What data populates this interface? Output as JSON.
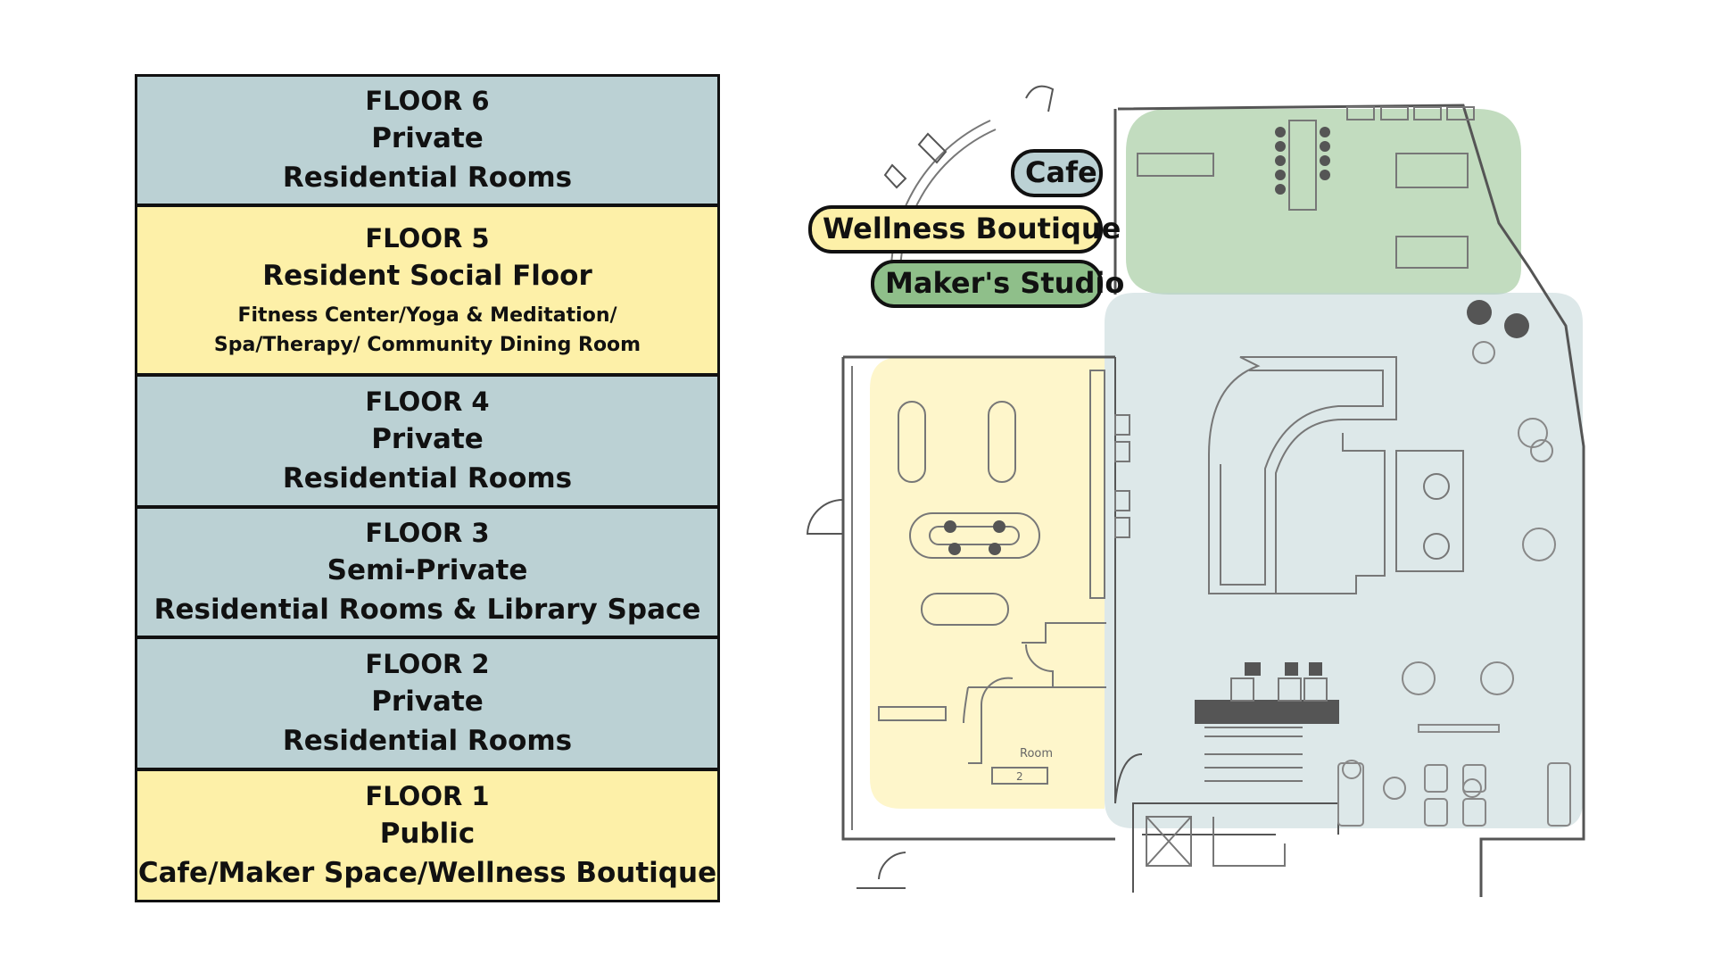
{
  "floors": [
    {
      "title": "FLOOR 6",
      "subtitle": "Private",
      "description": "Residential Rooms",
      "color": "#bbd1d4"
    },
    {
      "title": "FLOOR 5",
      "subtitle": "Resident Social Floor",
      "line1": "Fitness Center/Yoga & Meditation/",
      "line2": "Spa/Therapy/ Community Dining Room",
      "color": "#fdf0a8"
    },
    {
      "title": "FLOOR 4",
      "subtitle": "Private",
      "description": "Residential Rooms",
      "color": "#bbd1d4"
    },
    {
      "title": "FLOOR 3",
      "subtitle": "Semi-Private",
      "description": "Residential Rooms & Library Space",
      "color": "#bbd1d4"
    },
    {
      "title": "FLOOR 2",
      "subtitle": "Private",
      "description": "Residential Rooms",
      "color": "#bbd1d4"
    },
    {
      "title": "FLOOR 1",
      "subtitle": "Public",
      "description": "Cafe/Maker Space/Wellness Boutique",
      "color": "#fdf0a8"
    }
  ],
  "legend": {
    "cafe": {
      "label": "Cafe",
      "color": "#bbd1d4"
    },
    "wellness": {
      "label": "Wellness Boutique",
      "color": "#fdf0a8"
    },
    "maker": {
      "label": "Maker's Studio",
      "color": "#8fbf8a"
    }
  },
  "plan": {
    "room_label": "Room",
    "room_number": "2"
  }
}
